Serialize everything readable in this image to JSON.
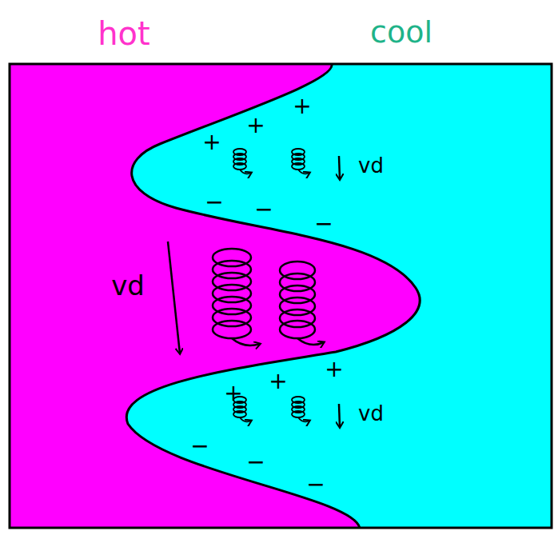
{
  "diagram": {
    "labels": [
      "hot",
      "cool",
      "+",
      "+",
      "+",
      "vd",
      "−",
      "−",
      "−",
      "vd",
      "+",
      "+",
      "+",
      "vd",
      "−",
      "−",
      "−"
    ]
  }
}
